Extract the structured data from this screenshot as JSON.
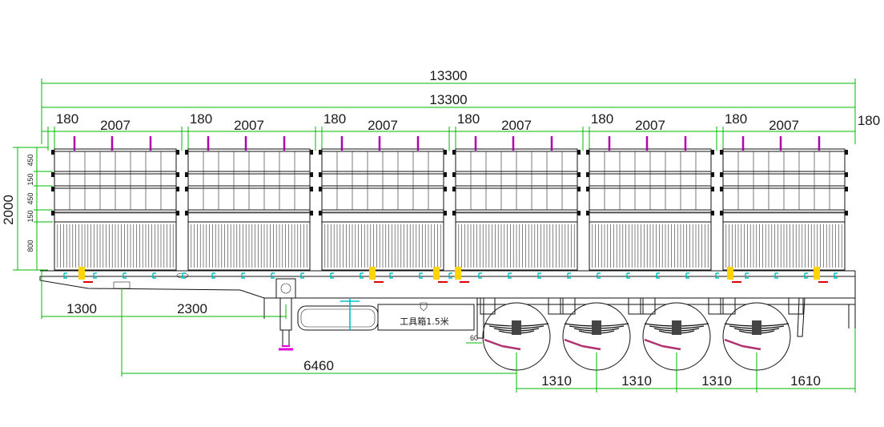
{
  "colors": {
    "dimension": "#00b800",
    "post": "#b000b0",
    "lamp": "#ffd400",
    "reflector": "#e00000",
    "hook": "#00c0c0",
    "outline": "#111111"
  },
  "dimensions": {
    "overall_length_top": "13300",
    "overall_length_second": "13300",
    "bay_gap": "180",
    "bay_length": "2007",
    "total_height": "2000",
    "rail_spacing_top": "450",
    "rail_spacing_mid_small": "150",
    "rail_spacing_mid": "450",
    "rail_spacing_low_small": "150",
    "lower_panel_height": "800",
    "front_to_kingpin": "1300",
    "kingpin_to_landing_gear": "2300",
    "kingpin_to_first_axle": "6460",
    "axle_spacing_1": "1310",
    "axle_spacing_2": "1310",
    "axle_spacing_3": "1310",
    "rear_overhang": "1610",
    "suspension_detail": "60"
  },
  "labels": {
    "toolbox": "工具箱1.5米"
  },
  "structure": {
    "bay_count": 6,
    "axle_count": 4
  }
}
